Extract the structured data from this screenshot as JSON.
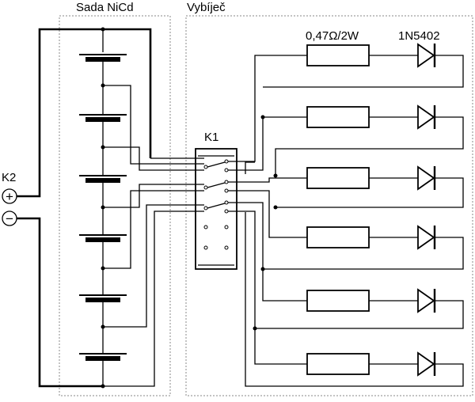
{
  "labels": {
    "battery_group": "Sada NiCd",
    "discharger_group": "Vybíječ",
    "resistor_value": "0,47Ω/2W",
    "diode_type": "1N5402",
    "switch": "K1",
    "connector": "K2",
    "plus": "+",
    "minus": "−"
  },
  "circuit": {
    "cells": 6,
    "channels": 6,
    "switch_positions": 3
  }
}
